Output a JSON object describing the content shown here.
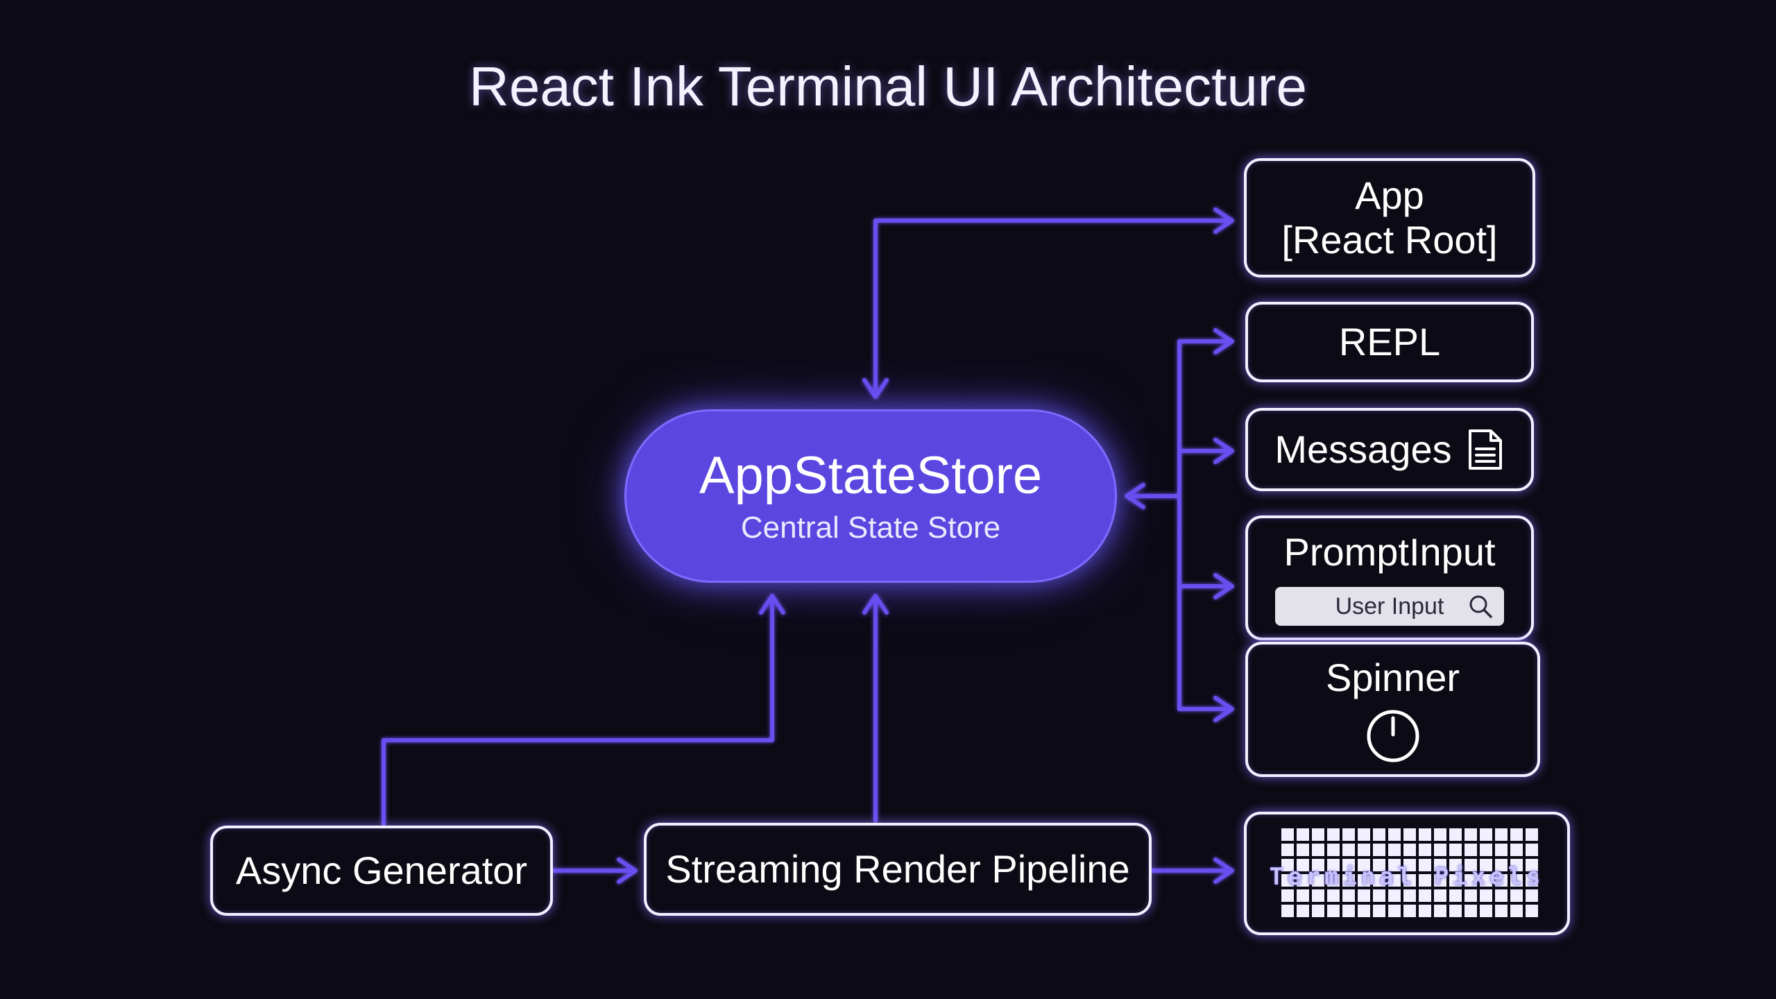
{
  "title": "React Ink Terminal UI Architecture",
  "colors": {
    "accent": "#6a4ff0",
    "store_fill": "#5b46e0",
    "background": "#0c0a14",
    "box_border": "#f2f0ff"
  },
  "store": {
    "title": "AppStateStore",
    "subtitle": "Central State Store"
  },
  "components": {
    "app_line1": "App",
    "app_line2": "[React Root]",
    "repl": "REPL",
    "messages": "Messages",
    "messages_icon": "document-icon",
    "prompt_input": "PromptInput",
    "prompt_placeholder": "User Input",
    "prompt_icon": "search-icon",
    "spinner": "Spinner",
    "spinner_icon": "power-icon"
  },
  "pipeline": {
    "async_generator": "Async Generator",
    "streaming_render": "Streaming Render Pipeline",
    "terminal_pixels": "Terminal Pixels"
  }
}
